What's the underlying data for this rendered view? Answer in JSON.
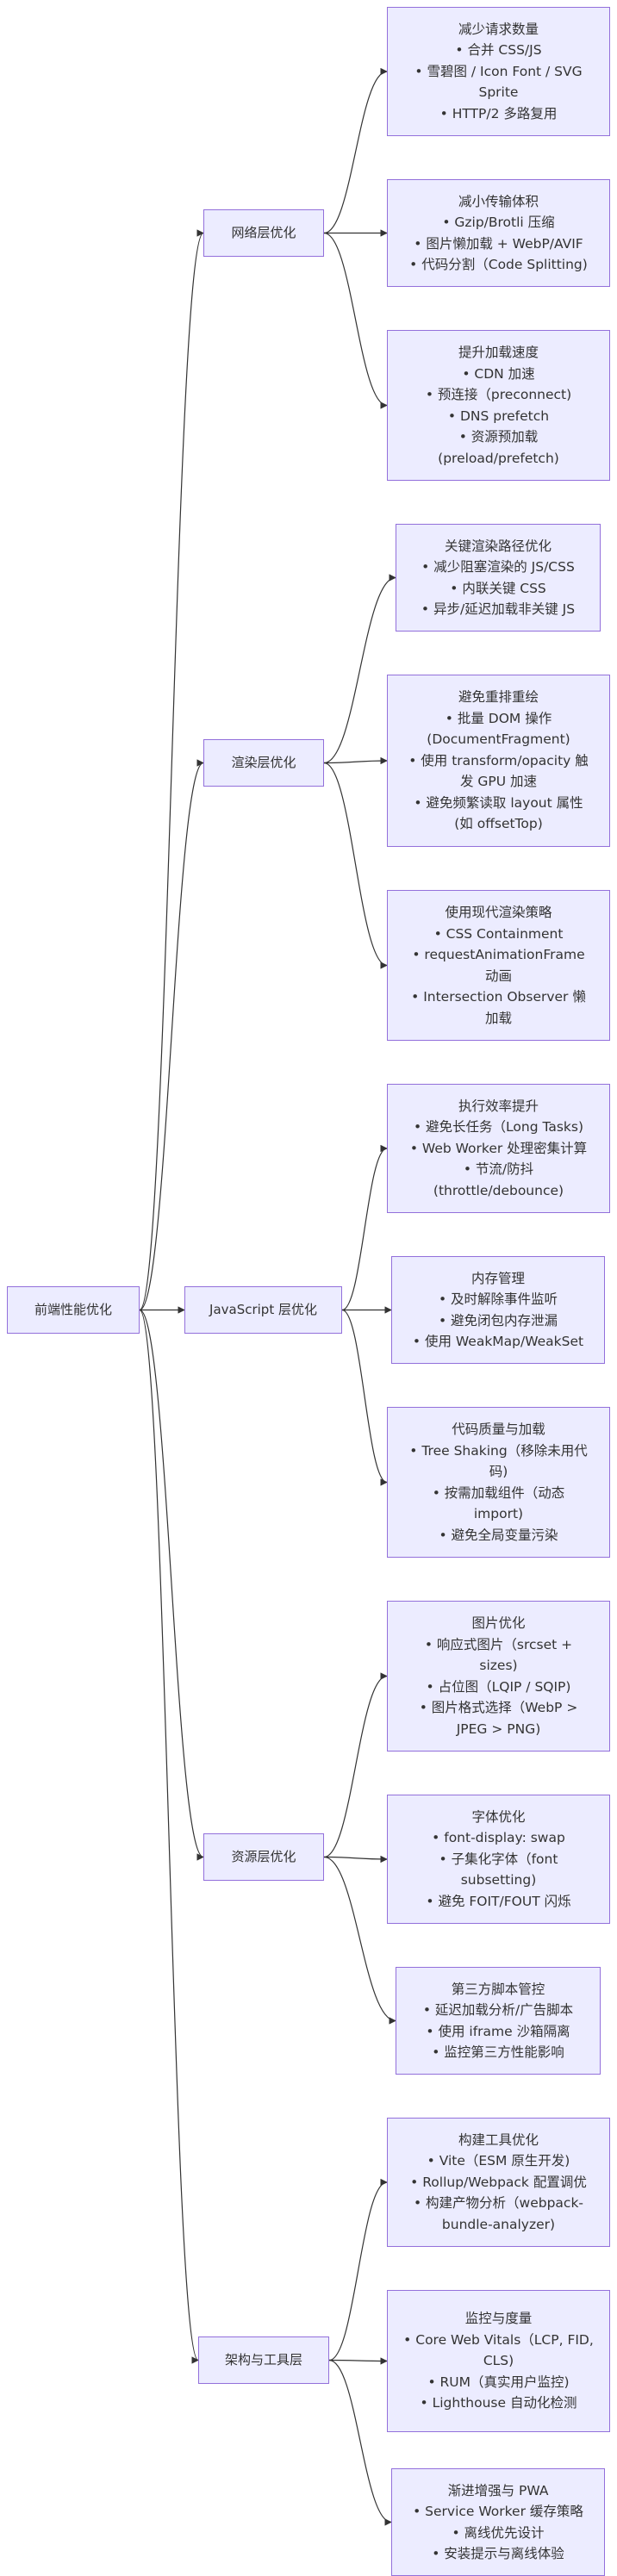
{
  "root": {
    "label": "前端性能优化"
  },
  "branches": [
    {
      "key": "network",
      "label": "网络层优化",
      "leaves": [
        {
          "lines": [
            "减少请求数量",
            "• 合并 CSS/JS",
            "• 雪碧图 / Icon Font / SVG",
            "Sprite",
            "• HTTP/2 多路复用"
          ]
        },
        {
          "lines": [
            "减小传输体积",
            "• Gzip/Brotli 压缩",
            "• 图片懒加载 + WebP/AVIF",
            "• 代码分割（Code Splitting)"
          ]
        },
        {
          "lines": [
            "提升加载速度",
            "• CDN 加速",
            "• 预连接（preconnect)",
            "• DNS prefetch",
            "• 资源预加载",
            "(preload/prefetch)"
          ]
        }
      ]
    },
    {
      "key": "render",
      "label": "渲染层优化",
      "leaves": [
        {
          "lines": [
            "关键渲染路径优化",
            "• 减少阻塞渲染的 JS/CSS",
            "• 内联关键 CSS",
            "• 异步/延迟加载非关键 JS"
          ]
        },
        {
          "lines": [
            "避免重排重绘",
            "• 批量 DOM 操作",
            "(DocumentFragment)",
            "• 使用 transform/opacity 触",
            "发 GPU 加速",
            "• 避免频繁读取 layout 属性",
            "(如 offsetTop)"
          ]
        },
        {
          "lines": [
            "使用现代渲染策略",
            "• CSS Containment",
            "• requestAnimationFrame",
            "动画",
            "• Intersection Observer 懒",
            "加载"
          ]
        }
      ]
    },
    {
      "key": "js",
      "label": "JavaScript 层优化",
      "leaves": [
        {
          "lines": [
            "执行效率提升",
            "• 避免长任务（Long Tasks)",
            "• Web Worker 处理密集计算",
            "• 节流/防抖",
            "(throttle/debounce)"
          ]
        },
        {
          "lines": [
            "内存管理",
            "• 及时解除事件监听",
            "• 避免闭包内存泄漏",
            "• 使用 WeakMap/WeakSet"
          ]
        },
        {
          "lines": [
            "代码质量与加载",
            "• Tree Shaking（移除未用代",
            "码)",
            "• 按需加载组件（动态",
            "import)",
            "• 避免全局变量污染"
          ]
        }
      ]
    },
    {
      "key": "resource",
      "label": "资源层优化",
      "leaves": [
        {
          "lines": [
            "图片优化",
            "• 响应式图片（srcset +",
            "sizes)",
            "• 占位图（LQIP / SQIP)",
            "• 图片格式选择（WebP >",
            "JPEG > PNG)"
          ]
        },
        {
          "lines": [
            "字体优化",
            "• font-display: swap",
            "• 子集化字体（font",
            "subsetting)",
            "• 避免 FOIT/FOUT 闪烁"
          ]
        },
        {
          "lines": [
            "第三方脚本管控",
            "• 延迟加载分析/广告脚本",
            "• 使用 iframe 沙箱隔离",
            "• 监控第三方性能影响"
          ]
        }
      ]
    },
    {
      "key": "arch",
      "label": "架构与工具层",
      "leaves": [
        {
          "lines": [
            "构建工具优化",
            "• Vite（ESM 原生开发)",
            "• Rollup/Webpack 配置调优",
            "• 构建产物分析（webpack-",
            "bundle-analyzer)"
          ]
        },
        {
          "lines": [
            "监控与度量",
            "• Core Web Vitals（LCP, FID,",
            "CLS)",
            "• RUM（真实用户监控)",
            "• Lighthouse 自动化检测"
          ]
        },
        {
          "lines": [
            "渐进增强与 PWA",
            "• Service Worker 缓存策略",
            "• 离线优先设计",
            "• 安装提示与离线体验"
          ]
        }
      ]
    }
  ]
}
